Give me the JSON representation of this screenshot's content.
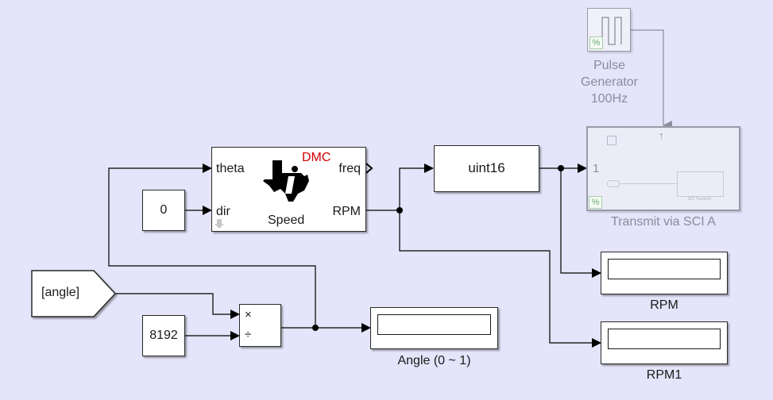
{
  "diagram": {
    "background": "#e4e4fa",
    "blocks": {
      "speed": {
        "left_ports": [
          "theta",
          "dir"
        ],
        "right_ports": [
          "freq",
          "RPM"
        ],
        "badge": "DMC",
        "badge_color": "#d40000",
        "title": "Speed",
        "icon": "ti-logo-icon"
      },
      "constant_dir": {
        "value": "0"
      },
      "goto_angle": {
        "value": "[angle]"
      },
      "constant_8192": {
        "value": "8192"
      },
      "product": {
        "ops": [
          "×",
          "÷"
        ]
      },
      "convert": {
        "value": "uint16"
      },
      "pulse_gen": {
        "label_lines": [
          "Pulse",
          "Generator",
          "100Hz"
        ],
        "badge": "%"
      },
      "sci_transmit": {
        "port": "1",
        "label": "Transmit via SCI A",
        "inner_label": "SCI Transmit",
        "badge": "%",
        "trigger_glyph": "↑"
      },
      "display_angle": {
        "label": "Angle (0 ~ 1)"
      },
      "display_rpm": {
        "label": "RPM"
      },
      "display_rpm1": {
        "label": "RPM1"
      }
    }
  }
}
